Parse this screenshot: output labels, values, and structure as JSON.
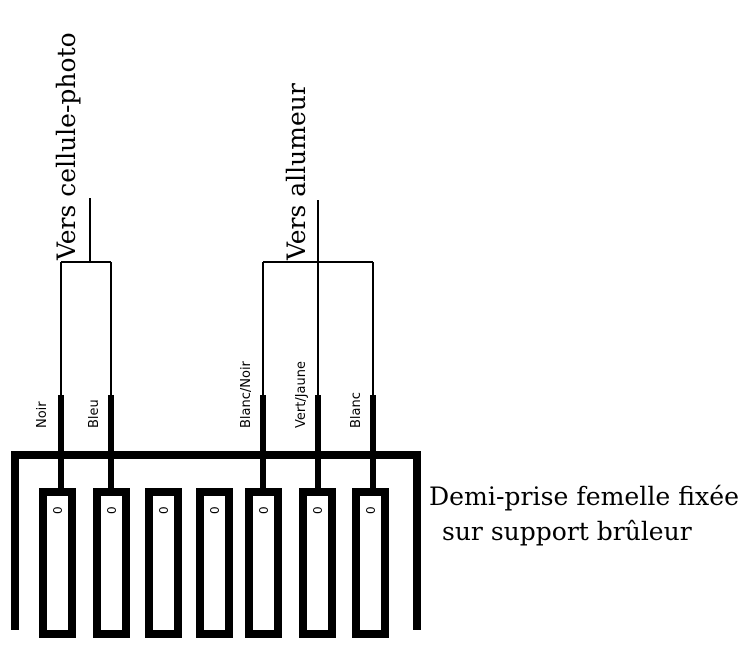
{
  "group_labels": {
    "photocell": "Vers cellule-photo",
    "igniter": "Vers allumeur"
  },
  "wire_labels": [
    "Noir",
    "Bleu",
    "Blanc/Noir",
    "Vert/Jaune",
    "Blanc"
  ],
  "pin_labels": [
    "0",
    "0",
    "0",
    "0",
    "0",
    "0",
    "0"
  ],
  "description": {
    "line1": "Demi-prise femelle fixée",
    "line2": "sur support brûleur"
  },
  "colors": {
    "line": "#000000",
    "background": "#ffffff"
  }
}
